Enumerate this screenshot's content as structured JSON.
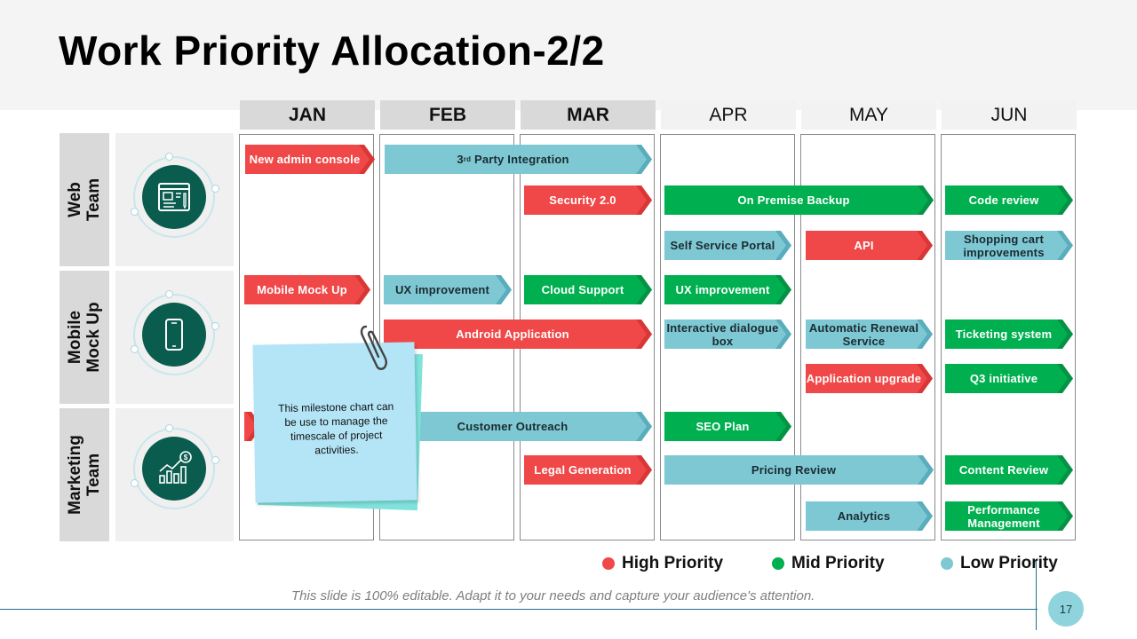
{
  "title": "Work Priority Allocation-2/2",
  "months": [
    {
      "label": "JAN",
      "past": true
    },
    {
      "label": "FEB",
      "past": true
    },
    {
      "label": "MAR",
      "past": true
    },
    {
      "label": "APR",
      "past": false
    },
    {
      "label": "MAY",
      "past": false
    },
    {
      "label": "JUN",
      "past": false
    }
  ],
  "teams": [
    {
      "label_line1": "Web",
      "label_line2": "Team",
      "icon": "browser-window-icon"
    },
    {
      "label_line1": "Mobile",
      "label_line2": "Mock Up",
      "icon": "smartphone-icon"
    },
    {
      "label_line1": "Marketing",
      "label_line2": "Team",
      "icon": "growth-chart-dollar-icon"
    }
  ],
  "colors": {
    "high": "#f04848",
    "mid": "#00b050",
    "low": "#7ec8d4"
  },
  "tasks": [
    {
      "label": "New admin console",
      "priority": "high",
      "team": "Web Team",
      "start_month": "JAN",
      "end_month": "JAN"
    },
    {
      "label": "3rd Party Integration",
      "priority": "low",
      "team": "Web Team",
      "start_month": "FEB",
      "end_month": "MAR"
    },
    {
      "label": "Security 2.0",
      "priority": "high",
      "team": "Web Team",
      "start_month": "MAR",
      "end_month": "MAR"
    },
    {
      "label": "On Premise Backup",
      "priority": "mid",
      "team": "Web Team",
      "start_month": "APR",
      "end_month": "MAY"
    },
    {
      "label": "Code review",
      "priority": "mid",
      "team": "Web Team",
      "start_month": "JUN",
      "end_month": "JUN"
    },
    {
      "label": "Self Service Portal",
      "priority": "low",
      "team": "Web Team",
      "start_month": "APR",
      "end_month": "APR"
    },
    {
      "label": "API",
      "priority": "high",
      "team": "Web Team",
      "start_month": "MAY",
      "end_month": "MAY"
    },
    {
      "label": "Shopping cart improvements",
      "priority": "low",
      "team": "Web Team",
      "start_month": "JUN",
      "end_month": "JUN"
    },
    {
      "label": "Mobile Mock Up",
      "priority": "high",
      "team": "Mobile Mock Up",
      "start_month": "JAN",
      "end_month": "JAN"
    },
    {
      "label": "UX improvement",
      "priority": "low",
      "team": "Mobile Mock Up",
      "start_month": "FEB",
      "end_month": "FEB"
    },
    {
      "label": "Cloud Support",
      "priority": "mid",
      "team": "Mobile Mock Up",
      "start_month": "MAR",
      "end_month": "MAR"
    },
    {
      "label": "UX improvement",
      "priority": "mid",
      "team": "Mobile Mock Up",
      "start_month": "APR",
      "end_month": "APR"
    },
    {
      "label": "Android Application",
      "priority": "high",
      "team": "Mobile Mock Up",
      "start_month": "FEB",
      "end_month": "MAR"
    },
    {
      "label": "Interactive dialogue box",
      "priority": "low",
      "team": "Mobile Mock Up",
      "start_month": "APR",
      "end_month": "APR"
    },
    {
      "label": "Automatic Renewal Service",
      "priority": "low",
      "team": "Mobile Mock Up",
      "start_month": "MAY",
      "end_month": "MAY"
    },
    {
      "label": "Ticketing system",
      "priority": "mid",
      "team": "Mobile Mock Up",
      "start_month": "JUN",
      "end_month": "JUN"
    },
    {
      "label": "Application upgrade",
      "priority": "high",
      "team": "Mobile Mock Up",
      "start_month": "MAY",
      "end_month": "MAY"
    },
    {
      "label": "Q3 initiative",
      "priority": "mid",
      "team": "Mobile Mock Up",
      "start_month": "JUN",
      "end_month": "JUN"
    },
    {
      "label": "",
      "priority": "high",
      "team": "Marketing Team",
      "start_month": "JAN",
      "end_month": "JAN"
    },
    {
      "label": "Customer Outreach",
      "priority": "low",
      "team": "Marketing Team",
      "start_month": "FEB",
      "end_month": "MAR"
    },
    {
      "label": "SEO Plan",
      "priority": "mid",
      "team": "Marketing Team",
      "start_month": "APR",
      "end_month": "APR"
    },
    {
      "label": "Legal Generation",
      "priority": "high",
      "team": "Marketing Team",
      "start_month": "MAR",
      "end_month": "MAR"
    },
    {
      "label": "Pricing Review",
      "priority": "low",
      "team": "Marketing Team",
      "start_month": "APR",
      "end_month": "MAY"
    },
    {
      "label": "Content Review",
      "priority": "mid",
      "team": "Marketing Team",
      "start_month": "JUN",
      "end_month": "JUN"
    },
    {
      "label": "Analytics",
      "priority": "low",
      "team": "Marketing Team",
      "start_month": "MAY",
      "end_month": "MAY"
    },
    {
      "label": "Performance Management",
      "priority": "mid",
      "team": "Marketing Team",
      "start_month": "JUN",
      "end_month": "JUN"
    }
  ],
  "note": {
    "text": "This milestone chart can be use to manage the timescale of project activities."
  },
  "legend": [
    {
      "label": "High Priority",
      "color": "#f04848"
    },
    {
      "label": "Mid Priority",
      "color": "#00b050"
    },
    {
      "label": "Low Priority",
      "color": "#7ec8d4"
    }
  ],
  "footer": {
    "text": "This slide is 100% editable. Adapt it to your needs and capture your audience's attention.",
    "page_number": "17"
  }
}
